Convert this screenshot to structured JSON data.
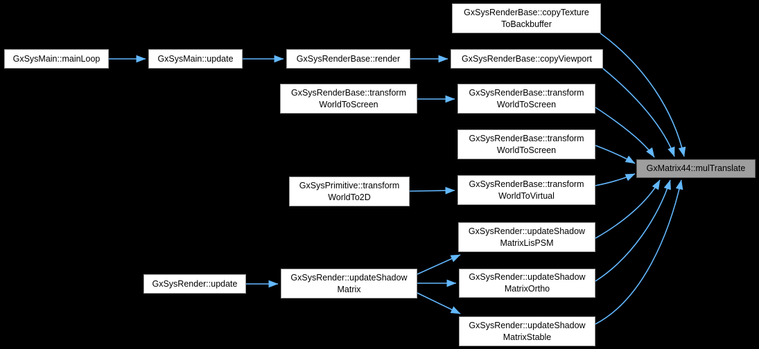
{
  "diagram": {
    "kind": "call-graph",
    "colors": {
      "background": "#000000",
      "arrow": "#63b8ff",
      "node_fill": "#ffffff",
      "node_border": "#9a9a9a",
      "highlight_fill": "#9e9e9e",
      "highlight_border": "#616161",
      "text": "#000000"
    },
    "nodes": [
      {
        "id": "mainloop",
        "lines": [
          "GxSysMain::mainLoop"
        ]
      },
      {
        "id": "update",
        "lines": [
          "GxSysMain::update"
        ]
      },
      {
        "id": "render",
        "lines": [
          "GxSysRenderBase::render"
        ]
      },
      {
        "id": "copytexture",
        "lines": [
          "GxSysRenderBase::copyTexture",
          "ToBackbuffer"
        ]
      },
      {
        "id": "copyviewport",
        "lines": [
          "GxSysRenderBase::copyViewport"
        ]
      },
      {
        "id": "wts-left",
        "lines": [
          "GxSysRenderBase::transform",
          "WorldToScreen"
        ]
      },
      {
        "id": "wts-r1",
        "lines": [
          "GxSysRenderBase::transform",
          "WorldToScreen"
        ]
      },
      {
        "id": "wts-r2",
        "lines": [
          "GxSysRenderBase::transform",
          "WorldToScreen"
        ]
      },
      {
        "id": "prim-2d",
        "lines": [
          "GxSysPrimitive::transform",
          "WorldTo2D"
        ]
      },
      {
        "id": "wtv",
        "lines": [
          "GxSysRenderBase::transform",
          "WorldToVirtual"
        ]
      },
      {
        "id": "lispsm",
        "lines": [
          "GxSysRender::updateShadow",
          "MatrixLisPSM"
        ]
      },
      {
        "id": "rupdate",
        "lines": [
          "GxSysRender::update"
        ]
      },
      {
        "id": "usm",
        "lines": [
          "GxSysRender::updateShadow",
          "Matrix"
        ]
      },
      {
        "id": "ortho",
        "lines": [
          "GxSysRender::updateShadow",
          "MatrixOrtho"
        ]
      },
      {
        "id": "stable",
        "lines": [
          "GxSysRender::updateShadow",
          "MatrixStable"
        ]
      },
      {
        "id": "multranslate",
        "lines": [
          "GxMatrix44::mulTranslate"
        ],
        "highlight": true
      }
    ],
    "edges": [
      {
        "from": "GxSysMain::mainLoop",
        "to": "GxSysMain::update"
      },
      {
        "from": "GxSysMain::update",
        "to": "GxSysRenderBase::render"
      },
      {
        "from": "GxSysRenderBase::render",
        "to": "GxSysRenderBase::copyViewport"
      },
      {
        "from": "GxSysRenderBase::transformWorldToScreen",
        "to": "GxSysRenderBase::transformWorldToScreen"
      },
      {
        "from": "GxSysPrimitive::transformWorldTo2D",
        "to": "GxSysRenderBase::transformWorldToVirtual"
      },
      {
        "from": "GxSysRender::update",
        "to": "GxSysRender::updateShadowMatrix"
      },
      {
        "from": "GxSysRender::updateShadowMatrix",
        "to": "GxSysRender::updateShadowMatrixLisPSM"
      },
      {
        "from": "GxSysRender::updateShadowMatrix",
        "to": "GxSysRender::updateShadowMatrixOrtho"
      },
      {
        "from": "GxSysRender::updateShadowMatrix",
        "to": "GxSysRender::updateShadowMatrixStable"
      },
      {
        "from": "GxSysRenderBase::copyTextureToBackbuffer",
        "to": "GxMatrix44::mulTranslate"
      },
      {
        "from": "GxSysRenderBase::copyViewport",
        "to": "GxMatrix44::mulTranslate"
      },
      {
        "from": "GxSysRenderBase::transformWorldToScreen",
        "to": "GxMatrix44::mulTranslate"
      },
      {
        "from": "GxSysRenderBase::transformWorldToScreen-2",
        "to": "GxMatrix44::mulTranslate"
      },
      {
        "from": "GxSysRenderBase::transformWorldToVirtual",
        "to": "GxMatrix44::mulTranslate"
      },
      {
        "from": "GxSysRender::updateShadowMatrixLisPSM",
        "to": "GxMatrix44::mulTranslate"
      },
      {
        "from": "GxSysRender::updateShadowMatrixOrtho",
        "to": "GxMatrix44::mulTranslate"
      },
      {
        "from": "GxSysRender::updateShadowMatrixStable",
        "to": "GxMatrix44::mulTranslate"
      }
    ]
  }
}
